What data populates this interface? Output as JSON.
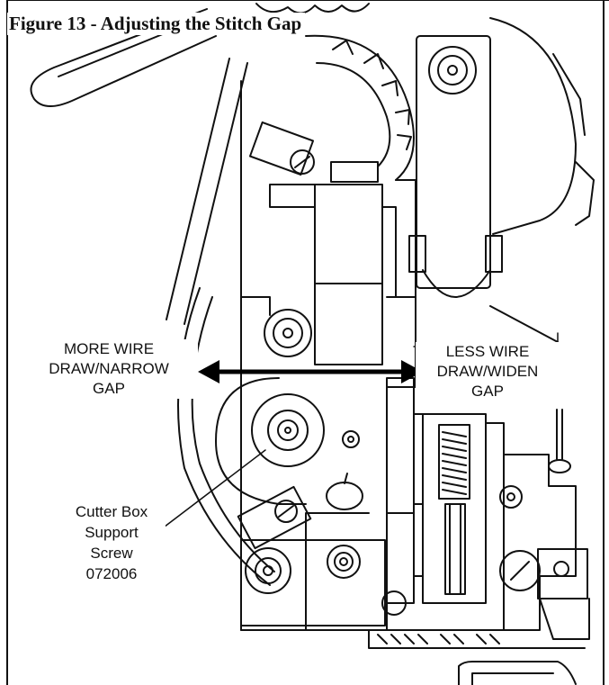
{
  "figure": {
    "title": "Figure 13 - Adjusting the Stitch Gap"
  },
  "labels": {
    "left": {
      "line1": "MORE WIRE",
      "line2": "DRAW/NARROW",
      "line3": "GAP"
    },
    "right": {
      "line1": "LESS WIRE",
      "line2": "DRAW/WIDEN",
      "line3": "GAP"
    },
    "cutter": {
      "line1": "Cutter Box",
      "line2": "Support",
      "line3": "Screw",
      "line4": "072006"
    }
  },
  "colors": {
    "ink": "#111111",
    "background": "#ffffff"
  }
}
